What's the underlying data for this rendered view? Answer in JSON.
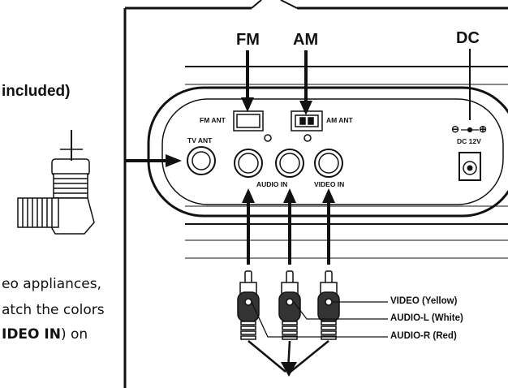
{
  "left_column": {
    "heading_fragment": "included)",
    "text_line_1": "eo appliances,",
    "text_line_2": "atch the colors",
    "text_line_3_bold": "IDEO IN",
    "text_line_3_rest": ") on"
  },
  "callouts": {
    "fm": "FM",
    "am": "AM",
    "dc": "DC"
  },
  "panel_labels": {
    "fm_ant": "FM ANT",
    "am_ant": "AM ANT",
    "tv_ant": "TV ANT",
    "audio_in": "AUDIO IN",
    "video_in": "VIDEO IN",
    "dc_12v": "DC 12V",
    "minus": "⊖",
    "plus": "⊕"
  },
  "cable_labels": {
    "video": "VIDEO (Yellow)",
    "audio_l": "AUDIO-L (White)",
    "audio_r": "AUDIO-R (Red)"
  }
}
